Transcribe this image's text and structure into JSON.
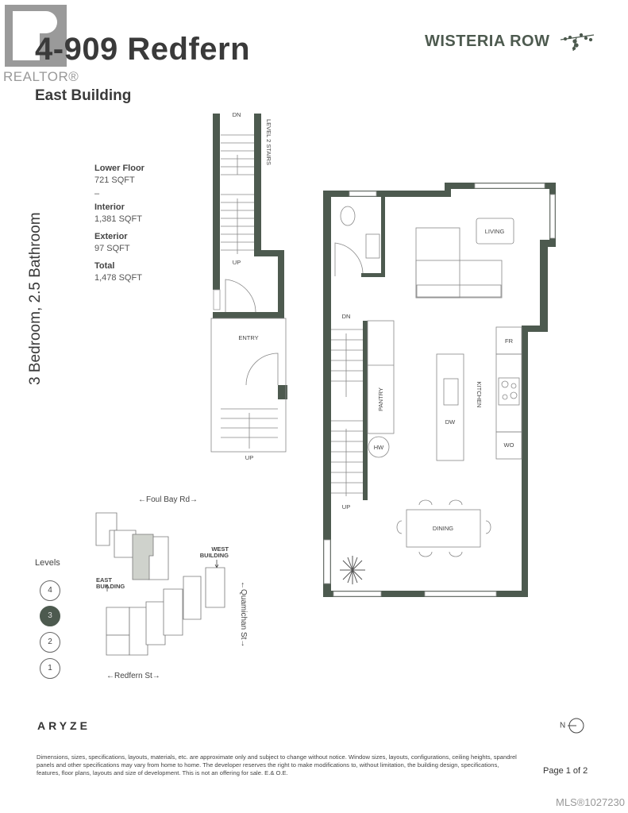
{
  "header": {
    "title": "4-909 Redfern",
    "subtitle": "East Building",
    "brand": "WISTERIA ROW",
    "realtor_logo": "REALTOR®"
  },
  "unit_type": "3 Bedroom, 2.5 Bathroom",
  "stats": [
    {
      "label": "Lower Floor",
      "value": "721 SQFT"
    },
    {
      "label": "",
      "value": "–"
    },
    {
      "label": "Interior",
      "value": "1,381 SQFT"
    },
    {
      "label": "Exterior",
      "value": "97 SQFT"
    },
    {
      "label": "Total",
      "value": "1,478 SQFT"
    }
  ],
  "plan_labels": {
    "dn_top": "DN",
    "level2_stairs": "LEVEL 2 STAIRS",
    "up_stair": "UP",
    "entry": "ENTRY",
    "up_entry": "UP",
    "living": "LIVING",
    "dn_main": "DN",
    "up_main": "UP",
    "pantry": "PANTRY",
    "hw": "HW",
    "fr": "FR",
    "kitchen": "KITCHEN",
    "dw": "DW",
    "wo": "WO",
    "dining": "DINING"
  },
  "site_map": {
    "foul_bay": "←Foul Bay Rd→",
    "east_building": "EAST BUILDING",
    "west_building": "WEST BUILDING",
    "quamichan": "←Quamichan St→",
    "redfern": "←Redfern St→"
  },
  "levels": {
    "label": "Levels",
    "items": [
      "4",
      "3",
      "2",
      "1"
    ],
    "active": "3"
  },
  "footer": {
    "company": "ARYZE",
    "north": "N",
    "disclaimer": "Dimensions, sizes, specifications, layouts, materials, etc. are approximate only and subject to change without notice. Window sizes, layouts, configurations, ceiling heights, spandrel panels and other specifications may vary from home to home. The developer reserves the right to make modifications to, without limitation, the building design, specifications, features, floor plans, layouts and size of development. This is not an offering for sale. E.& O.E.",
    "page": "Page 1 of 2",
    "mls": "MLS®1027230"
  },
  "colors": {
    "wall": "#4d5a4f",
    "highlight": "#cfd2cc",
    "text": "#3a3a3a"
  }
}
